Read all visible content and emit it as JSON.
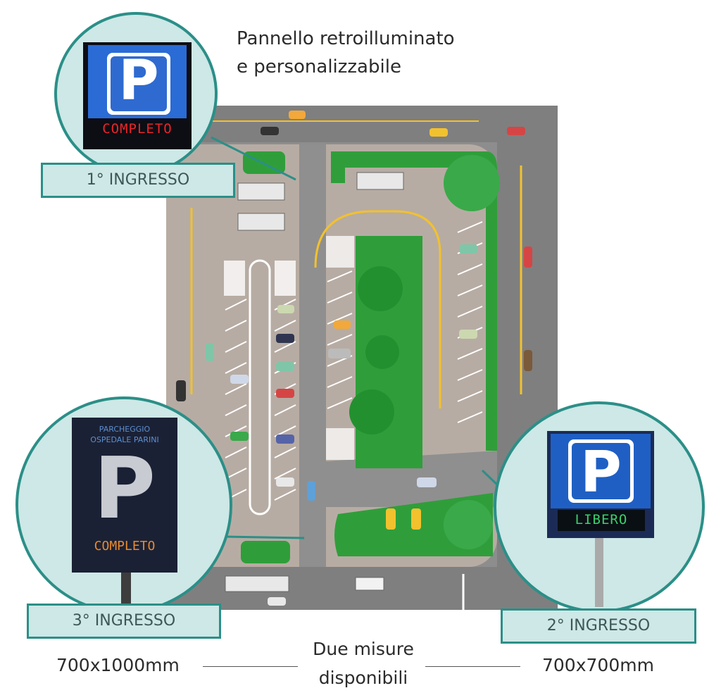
{
  "title_line1": "Pannello retroilluminato",
  "title_line2": "e personalizzabile",
  "signs": {
    "first": {
      "display_text": "COMPLETO",
      "entry_label": "1° INGRESSO",
      "letter": "P"
    },
    "second": {
      "display_text": "LIBERO",
      "entry_label": "2° INGRESSO",
      "letter": "P"
    },
    "third": {
      "header_line1": "PARCHEGGIO",
      "header_line2": "OSPEDALE PARINI",
      "display_text": "COMPLETO",
      "entry_label": "3° INGRESSO",
      "letter": "P"
    }
  },
  "sizes": {
    "left": "700x1000mm",
    "right": "700x700mm",
    "middle_line1": "Due misure",
    "middle_line2": "disponibili"
  },
  "colors": {
    "teal": "#2b8f88",
    "label_bg": "#cde8e6",
    "sign_blue": "#1f5fc4",
    "led_red": "#e8262a",
    "led_green": "#3bd06a",
    "led_orange": "#e98a2c",
    "asphalt": "#8b8b8b",
    "pavement": "#b3a79e",
    "grass": "#2f9e3a"
  }
}
